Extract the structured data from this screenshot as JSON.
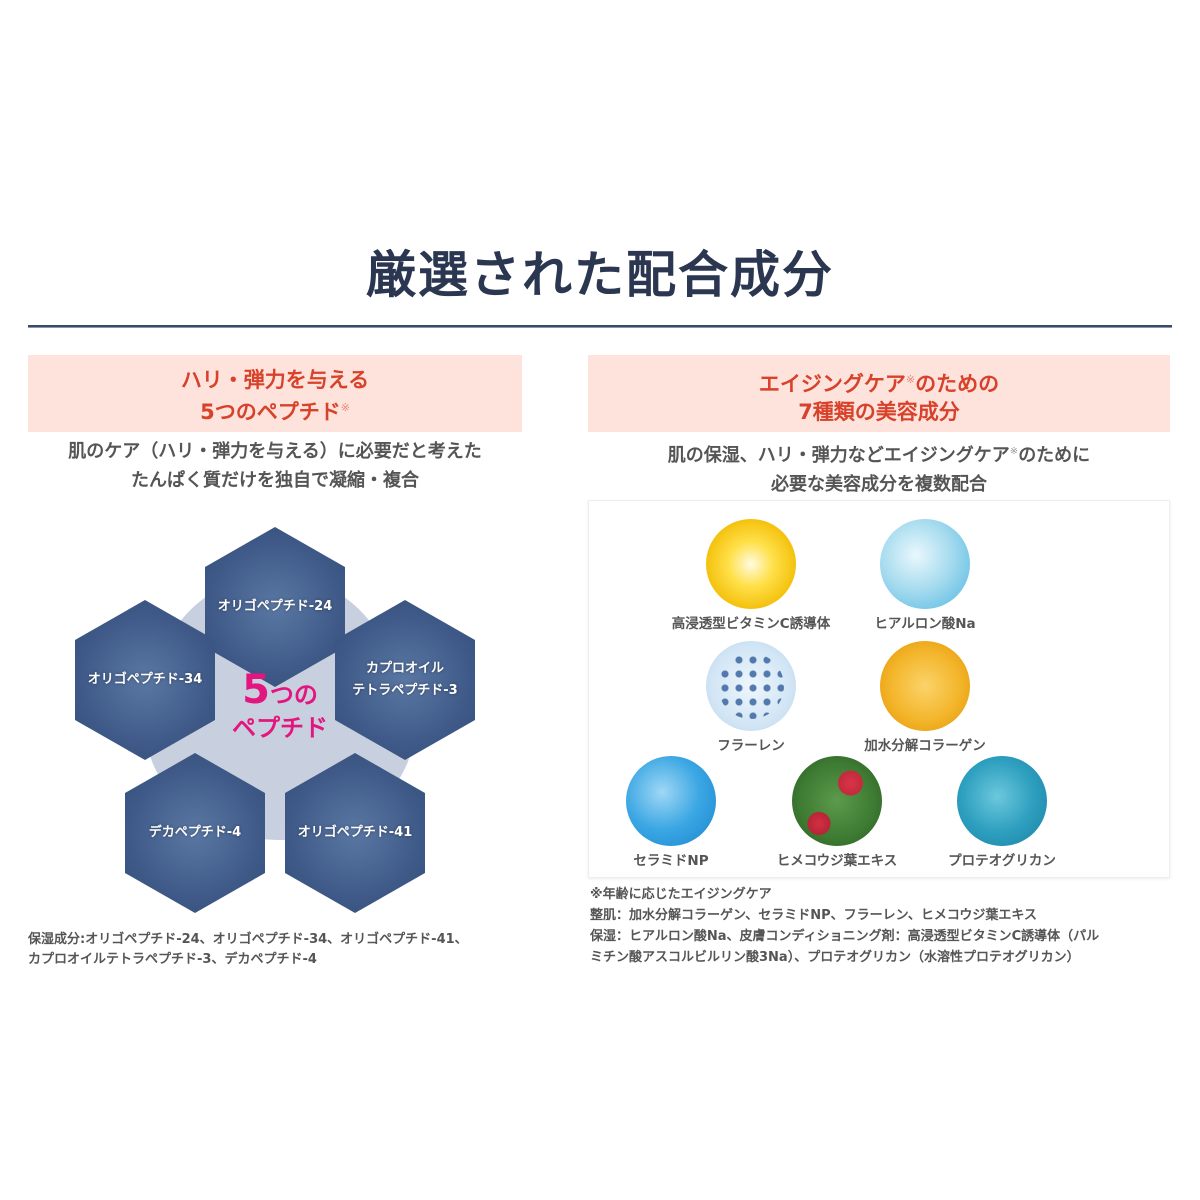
{
  "page": {
    "title": "厳選された配合成分"
  },
  "left_section": {
    "heading_line1": "ハリ・弾力を与える",
    "heading_line2": "5つのペプチド",
    "heading_mark": "※",
    "subtitle_line1": "肌のケア（ハリ・弾力を与える）に必要だと考えた",
    "subtitle_line2": "たんぱく質だけを独自で凝縮・複合",
    "diagram": {
      "center_number": "5",
      "center_suffix": "つの",
      "center_line2": "ペプチド",
      "hexagons": [
        {
          "label_line1": "オリゴペプチド-24",
          "label_line2": ""
        },
        {
          "label_line1": "オリゴペプチド-34",
          "label_line2": ""
        },
        {
          "label_line1": "カプロオイル",
          "label_line2": "テトラペプチド-3"
        },
        {
          "label_line1": "デカペプチド-4",
          "label_line2": ""
        },
        {
          "label_line1": "オリゴペプチド-41",
          "label_line2": ""
        }
      ]
    },
    "note_line1": "保湿成分:オリゴペプチド-24、オリゴペプチド-34、オリゴペプチド-41、",
    "note_line2": "カプロオイルテトラペプチド-3、デカペプチド-4"
  },
  "right_section": {
    "heading_line1_a": "エイジングケア",
    "heading_mark": "※",
    "heading_line1_b": "のための",
    "heading_line2": "7種類の美容成分",
    "subtitle_line1_a": "肌の保湿、ハリ・弾力などエイジングケア",
    "subtitle_mark": "※",
    "subtitle_line1_b": "のために",
    "subtitle_line2": "必要な美容成分を複数配合",
    "ingredients": [
      {
        "label": "高浸透型ビタミンC誘導体",
        "image": "vitamin-c-droplet"
      },
      {
        "label": "ヒアルロン酸Na",
        "image": "hyaluronic-droplet"
      },
      {
        "label": "フラーレン",
        "image": "fullerene-molecule"
      },
      {
        "label": "加水分解コラーゲン",
        "image": "collagen-droplet"
      },
      {
        "label": "セラミドNP",
        "image": "ceramide-water"
      },
      {
        "label": "ヒメコウジ葉エキス",
        "image": "wintergreen-berries"
      },
      {
        "label": "プロテオグリカン",
        "image": "proteoglycan-bubbles"
      }
    ],
    "notes": [
      "※年齢に応じたエイジングケア",
      "整肌：加水分解コラーゲン、セラミドNP、フラーレン、ヒメコウジ葉エキス",
      "保湿：ヒアルロン酸Na、皮膚コンディショニング剤：高浸透型ビタミンC誘導体（パル",
      "ミチン酸アスコルビルリン酸3Na）、プロテオグリカン（水溶性プロテオグリカン）"
    ]
  },
  "colors": {
    "title": "#2b3650",
    "heading_red": "#d8412a",
    "pink_bg": "#fde3dc",
    "hex_navy": "#3f5a88",
    "center_magenta": "#e3157f",
    "divider": "#3c4a66"
  }
}
